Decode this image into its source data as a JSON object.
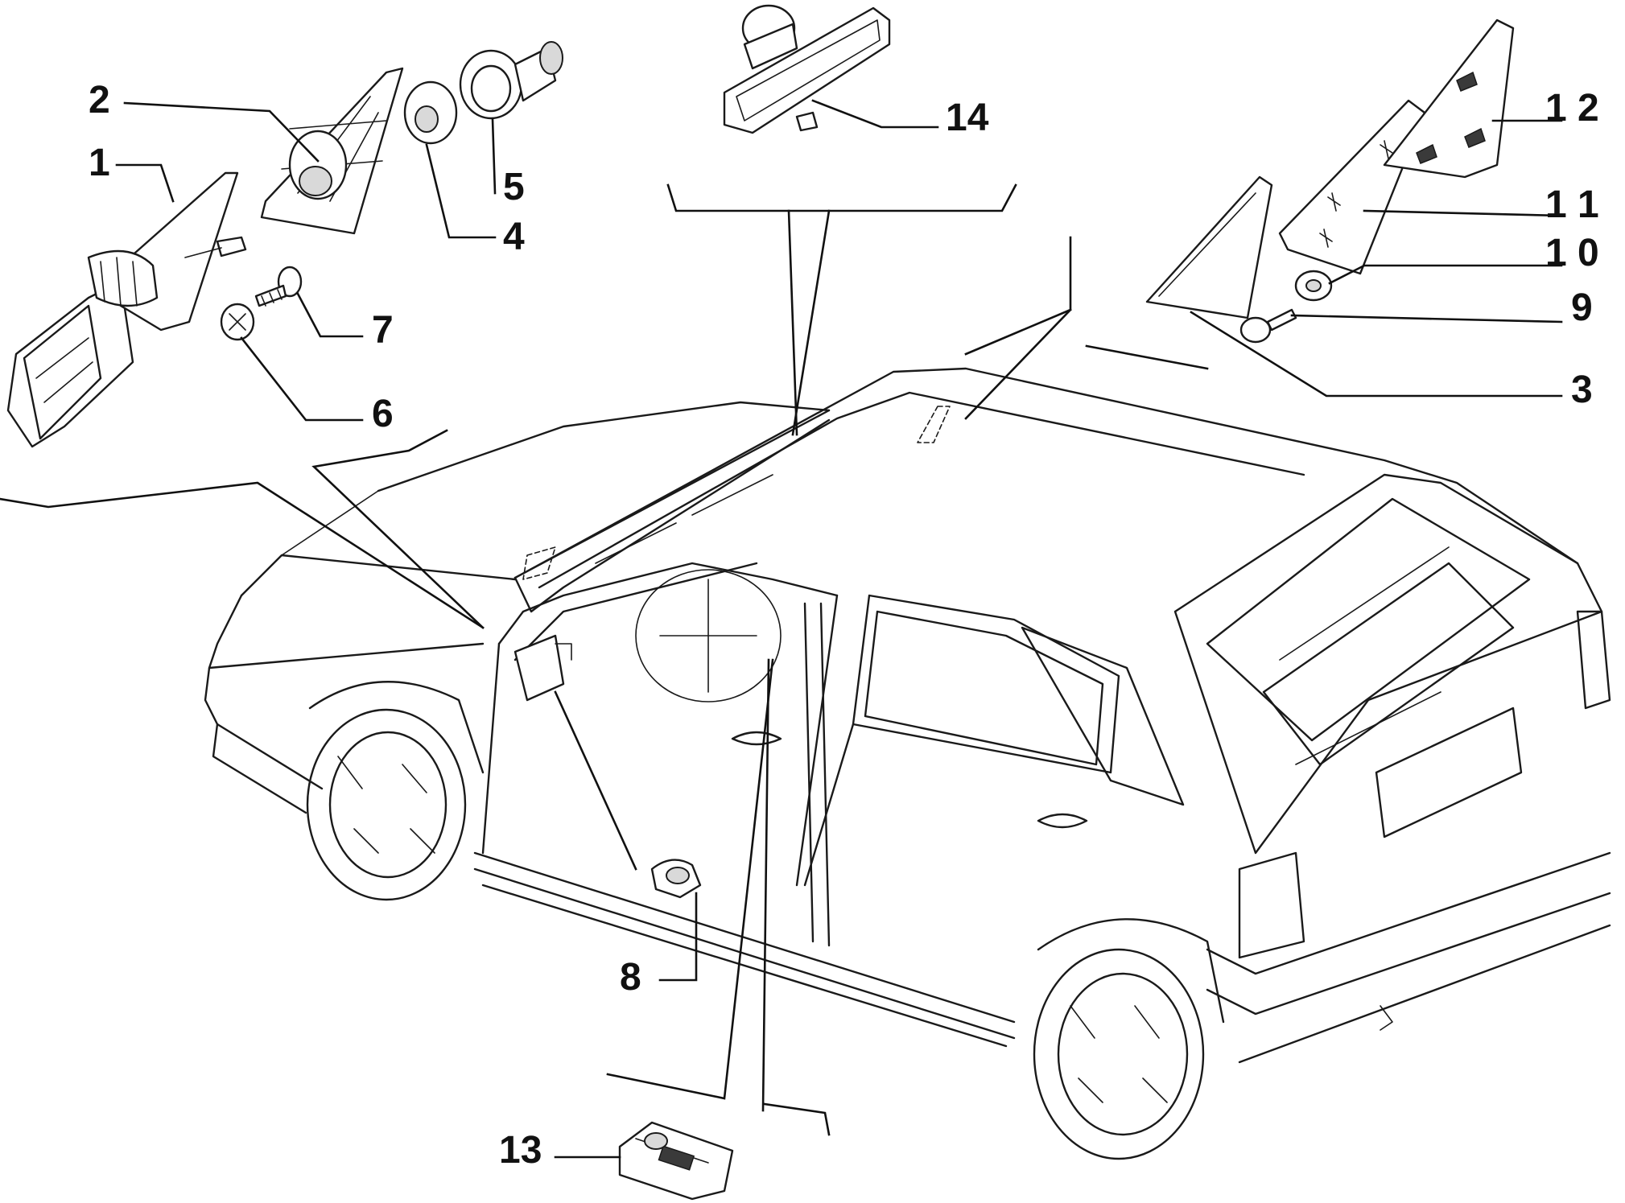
{
  "callouts": [
    {
      "id": "1",
      "label": "1"
    },
    {
      "id": "2",
      "label": "2"
    },
    {
      "id": "3",
      "label": "3"
    },
    {
      "id": "4",
      "label": "4"
    },
    {
      "id": "5",
      "label": "5"
    },
    {
      "id": "6",
      "label": "6"
    },
    {
      "id": "7",
      "label": "7"
    },
    {
      "id": "8",
      "label": "8"
    },
    {
      "id": "9",
      "label": "9"
    },
    {
      "id": "10",
      "label": "1 0"
    },
    {
      "id": "11",
      "label": "1 1"
    },
    {
      "id": "12",
      "label": "1 2"
    },
    {
      "id": "13",
      "label": "13"
    },
    {
      "id": "14",
      "label": "14"
    }
  ]
}
